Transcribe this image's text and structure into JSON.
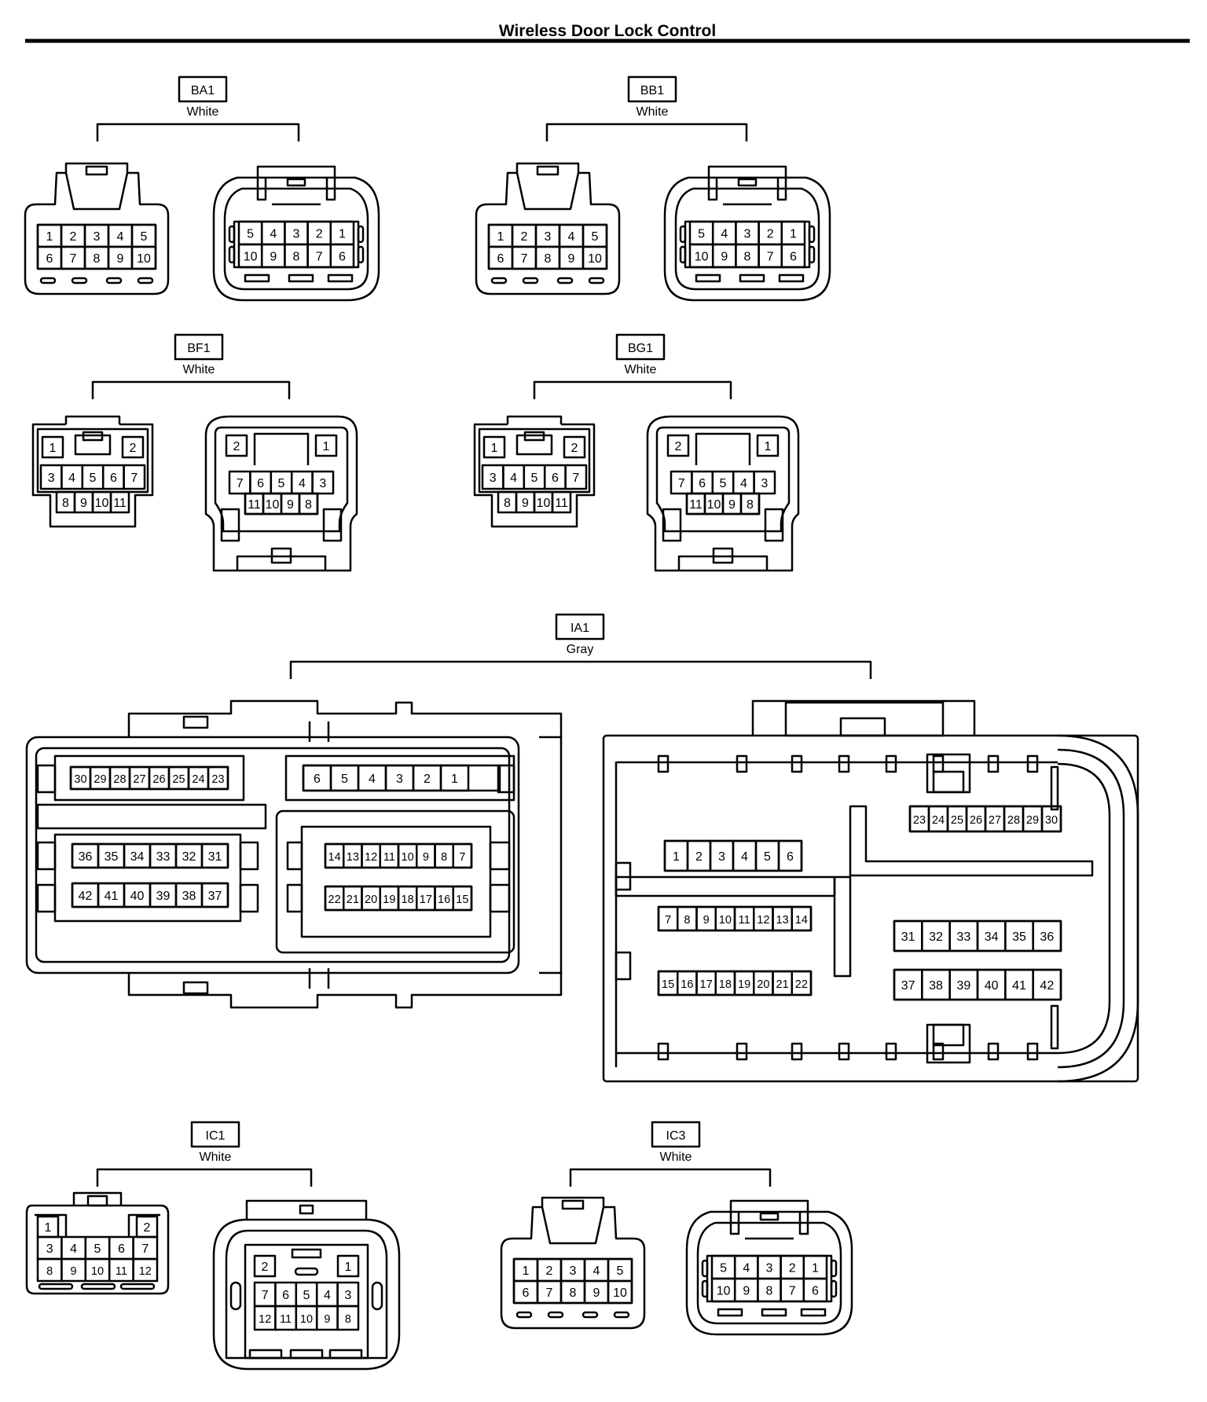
{
  "title": "Wireless Door Lock Control",
  "groups": {
    "ba1": {
      "code": "BA1",
      "color": "White"
    },
    "bb1": {
      "code": "BB1",
      "color": "White"
    },
    "bf1": {
      "code": "BF1",
      "color": "White"
    },
    "bg1": {
      "code": "BG1",
      "color": "White"
    },
    "ia1": {
      "code": "IA1",
      "color": "Gray"
    },
    "ic1": {
      "code": "IC1",
      "color": "White"
    },
    "ic3": {
      "code": "IC3",
      "color": "White"
    }
  },
  "pins": {
    "ten_female": [
      [
        "1",
        "2",
        "3",
        "4",
        "5"
      ],
      [
        "6",
        "7",
        "8",
        "9",
        "10"
      ]
    ],
    "ten_male": [
      [
        "5",
        "4",
        "3",
        "2",
        "1"
      ],
      [
        "10",
        "9",
        "8",
        "7",
        "6"
      ]
    ],
    "eleven_female": {
      "top": [
        "1",
        "2"
      ],
      "mid": [
        "3",
        "4",
        "5",
        "6",
        "7"
      ],
      "bottom": [
        "8",
        "9",
        "10",
        "11"
      ]
    },
    "eleven_male": {
      "top": [
        "2",
        "1"
      ],
      "mid": [
        "7",
        "6",
        "5",
        "4",
        "3"
      ],
      "bottom": [
        "11",
        "10",
        "9",
        "8"
      ]
    },
    "ia1_female": {
      "r1": [
        "30",
        "29",
        "28",
        "27",
        "26",
        "25",
        "24",
        "23"
      ],
      "r2": [
        "6",
        "5",
        "4",
        "3",
        "2",
        "1"
      ],
      "r3": [
        "36",
        "35",
        "34",
        "33",
        "32",
        "31"
      ],
      "r4": [
        "14",
        "13",
        "12",
        "11",
        "10",
        "9",
        "8",
        "7"
      ],
      "r5": [
        "42",
        "41",
        "40",
        "39",
        "38",
        "37"
      ],
      "r6": [
        "22",
        "21",
        "20",
        "19",
        "18",
        "17",
        "16",
        "15"
      ]
    },
    "ia1_male": {
      "r1": [
        "1",
        "2",
        "3",
        "4",
        "5",
        "6"
      ],
      "r2": [
        "23",
        "24",
        "25",
        "26",
        "27",
        "28",
        "29",
        "30"
      ],
      "r3": [
        "7",
        "8",
        "9",
        "10",
        "11",
        "12",
        "13",
        "14"
      ],
      "r4": [
        "31",
        "32",
        "33",
        "34",
        "35",
        "36"
      ],
      "r5": [
        "15",
        "16",
        "17",
        "18",
        "19",
        "20",
        "21",
        "22"
      ],
      "r6": [
        "37",
        "38",
        "39",
        "40",
        "41",
        "42"
      ]
    },
    "twelve_female": {
      "top": [
        "1",
        "2"
      ],
      "mid": [
        "3",
        "4",
        "5",
        "6",
        "7"
      ],
      "bottom": [
        "8",
        "9",
        "10",
        "11",
        "12"
      ]
    },
    "twelve_male": {
      "top": [
        "2",
        "1"
      ],
      "mid": [
        "7",
        "6",
        "5",
        "4",
        "3"
      ],
      "bottom": [
        "12",
        "11",
        "10",
        "9",
        "8"
      ]
    }
  }
}
